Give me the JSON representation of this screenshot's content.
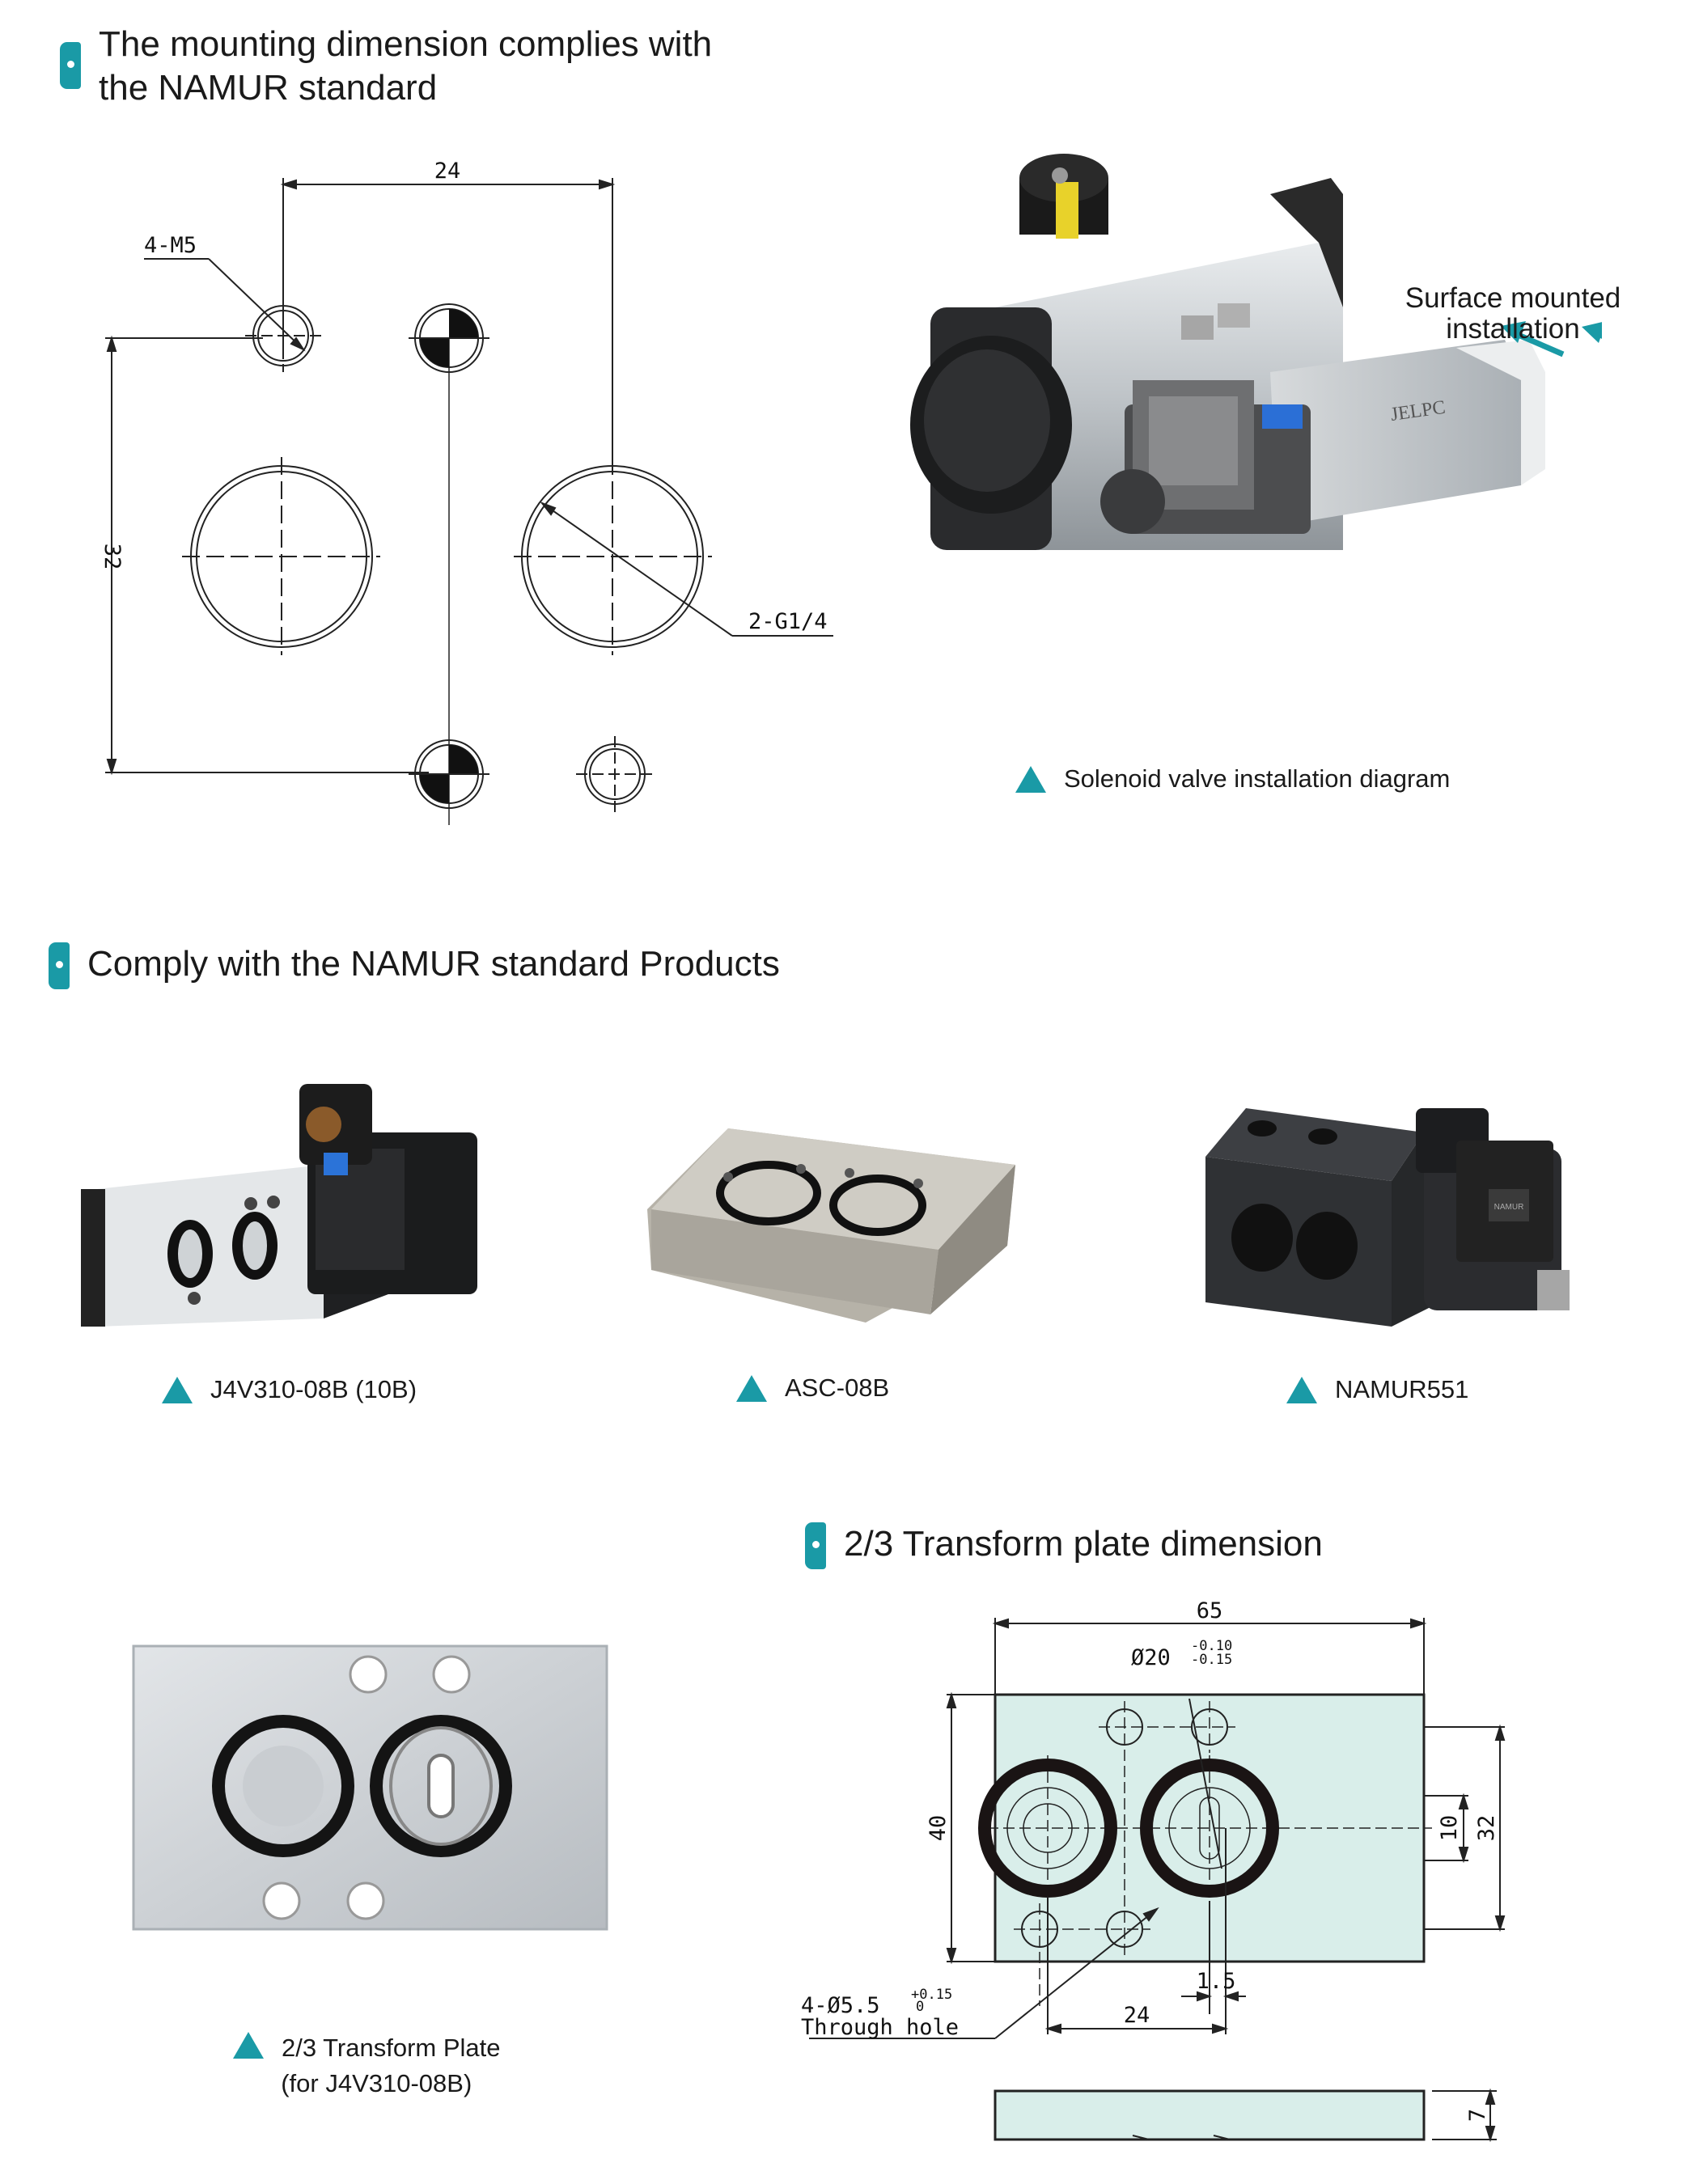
{
  "sections": {
    "mounting": {
      "title": "The mounting dimension complies with\n the NAMUR standard"
    },
    "products": {
      "title": "Comply with the NAMUR standard Products"
    },
    "transform": {
      "title": "2/3 Transform plate dimension"
    }
  },
  "mounting_drawing": {
    "dim_width": "24",
    "dim_height": "32",
    "thread_small": "4-M5",
    "thread_large": "2-G1/4"
  },
  "installation": {
    "callout": "Surface mounted\ninstallation",
    "caption": "Solenoid valve installation diagram",
    "valve_brand": "JELPC"
  },
  "products": [
    {
      "caption": "J4V310-08B (10B)"
    },
    {
      "caption": "ASC-08B"
    },
    {
      "caption": "NAMUR551",
      "coil_code": "NAMUR"
    }
  ],
  "transform_plate": {
    "caption_line1": "2/3 Transform Plate",
    "caption_line2": "(for J4V310-08B)"
  },
  "plate_drawing": {
    "width": "65",
    "height": "40",
    "bore_dia": "Ø20",
    "bore_tol_upper": "-0.10",
    "bore_tol_lower": "-0.15",
    "hole_spacing": "32",
    "slot": "10",
    "offset": "1.5",
    "bore_spacing": "24",
    "thru_hole": "4-Ø5.5",
    "thru_tol_upper": "+0.15",
    "thru_tol_lower": "0",
    "thru_hole_note": "Through hole",
    "thickness": "7"
  },
  "colors": {
    "accent": "#1a9aa6",
    "plate_fill": "#d9eeea",
    "aluminium": "#c9cdd1"
  }
}
